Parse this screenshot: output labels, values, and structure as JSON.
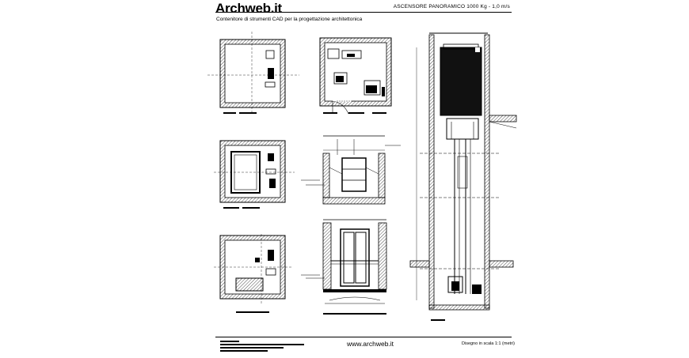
{
  "header": {
    "logo": "Archweb.it",
    "subtitle": "Contenitore di strumenti CAD per la progettazione architettonica",
    "title": "ASCENSORE PANORAMICO 1000 Kg - 1,0 m/s"
  },
  "footer": {
    "url": "www.archweb.it",
    "scale": "Disegno in scala 1:1 (metri)"
  },
  "colors": {
    "ink": "#000000",
    "paper": "#ffffff",
    "hatch": "#222222"
  }
}
